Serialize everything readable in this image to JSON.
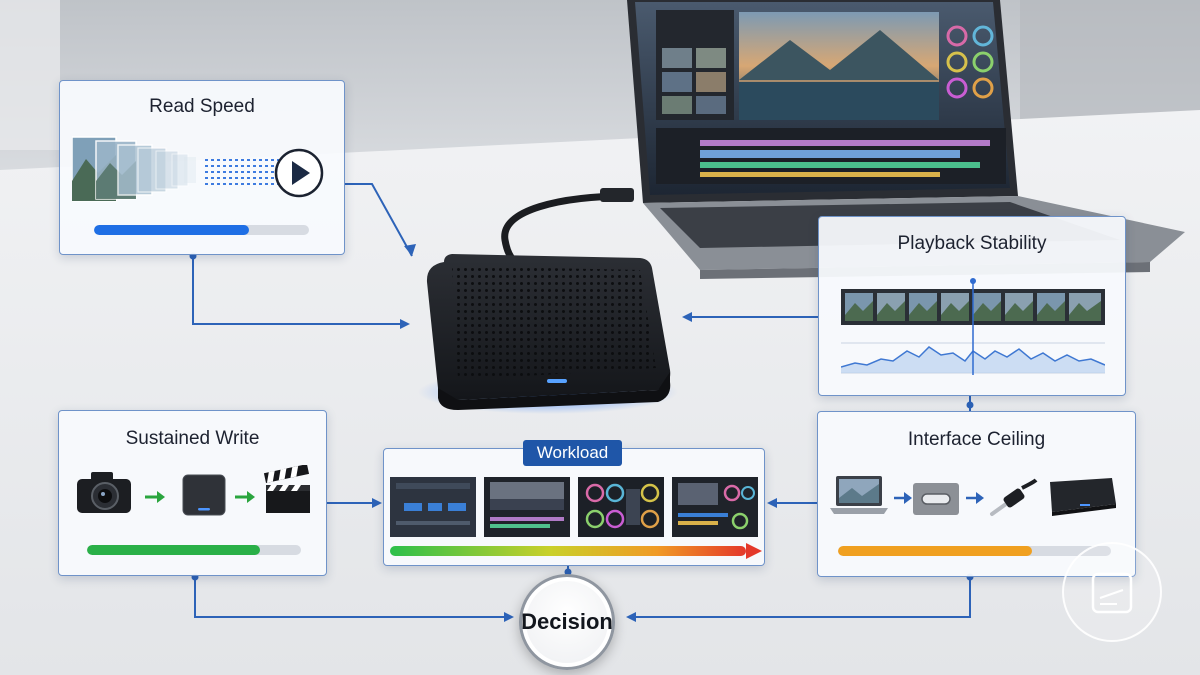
{
  "diagram": {
    "center_label": "Decision",
    "panels": {
      "read_speed": {
        "title": "Read Speed",
        "progress": 0.72
      },
      "playback_stability": {
        "title": "Playback Stability"
      },
      "sustained_write": {
        "title": "Sustained Write",
        "progress": 0.81
      },
      "workload": {
        "tag": "Workload"
      },
      "interface_ceiling": {
        "title": "Interface Ceiling",
        "progress": 0.71
      }
    },
    "colors": {
      "accent_blue": "#1f56a8",
      "connector_blue": "#2d63b8",
      "read_bar": "#1f6fe5",
      "write_bar": "#2ab048",
      "interface_bar": "#f0a020",
      "drive_glow": "#2f7bff"
    },
    "icons": {
      "read": [
        "image-stack-icon",
        "play-icon"
      ],
      "write": [
        "camera-icon",
        "drive-icon",
        "clapperboard-icon"
      ],
      "interface": [
        "laptop-icon",
        "usb-c-port-icon",
        "usb-cable-icon",
        "drive-icon"
      ],
      "badge": "edit-pad-icon"
    }
  }
}
